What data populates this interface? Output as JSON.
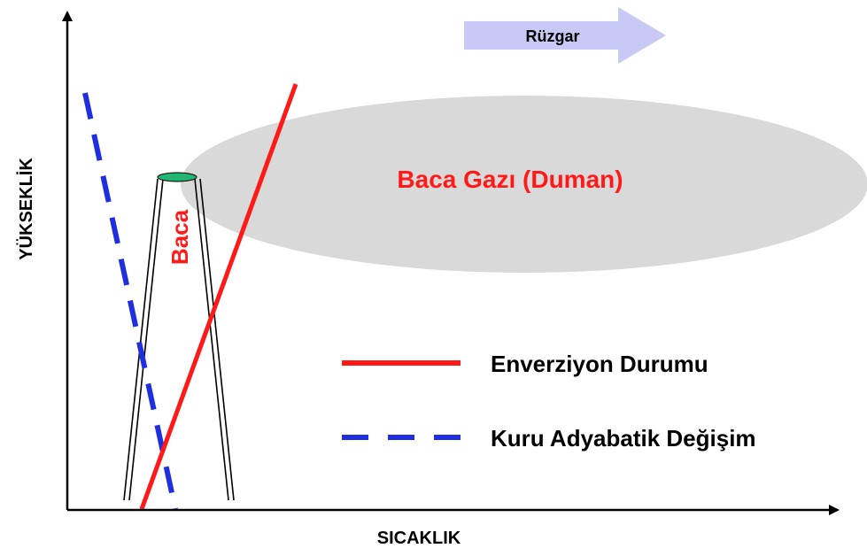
{
  "axes": {
    "x_label": "SICAKLIK",
    "y_label": "YÜKSEKLİK"
  },
  "wind": {
    "label": "Rüzgar"
  },
  "smoke": {
    "label": "Baca Gazı (Duman)"
  },
  "stack": {
    "label": "Baca"
  },
  "legend": {
    "inversion": "Enverziyon Durumu",
    "dry_adiabatic": "Kuru Adyabatik Değişim"
  },
  "colors": {
    "axis": "#000000",
    "inversion_line": "#ff1a1a",
    "dry_adiabatic_line": "#1f2fe0",
    "smoke_fill": "#d9d9d9",
    "wind_arrow": "#c9c9f5",
    "stack_top": "#22b573",
    "red_text": "#ff1a1a"
  }
}
